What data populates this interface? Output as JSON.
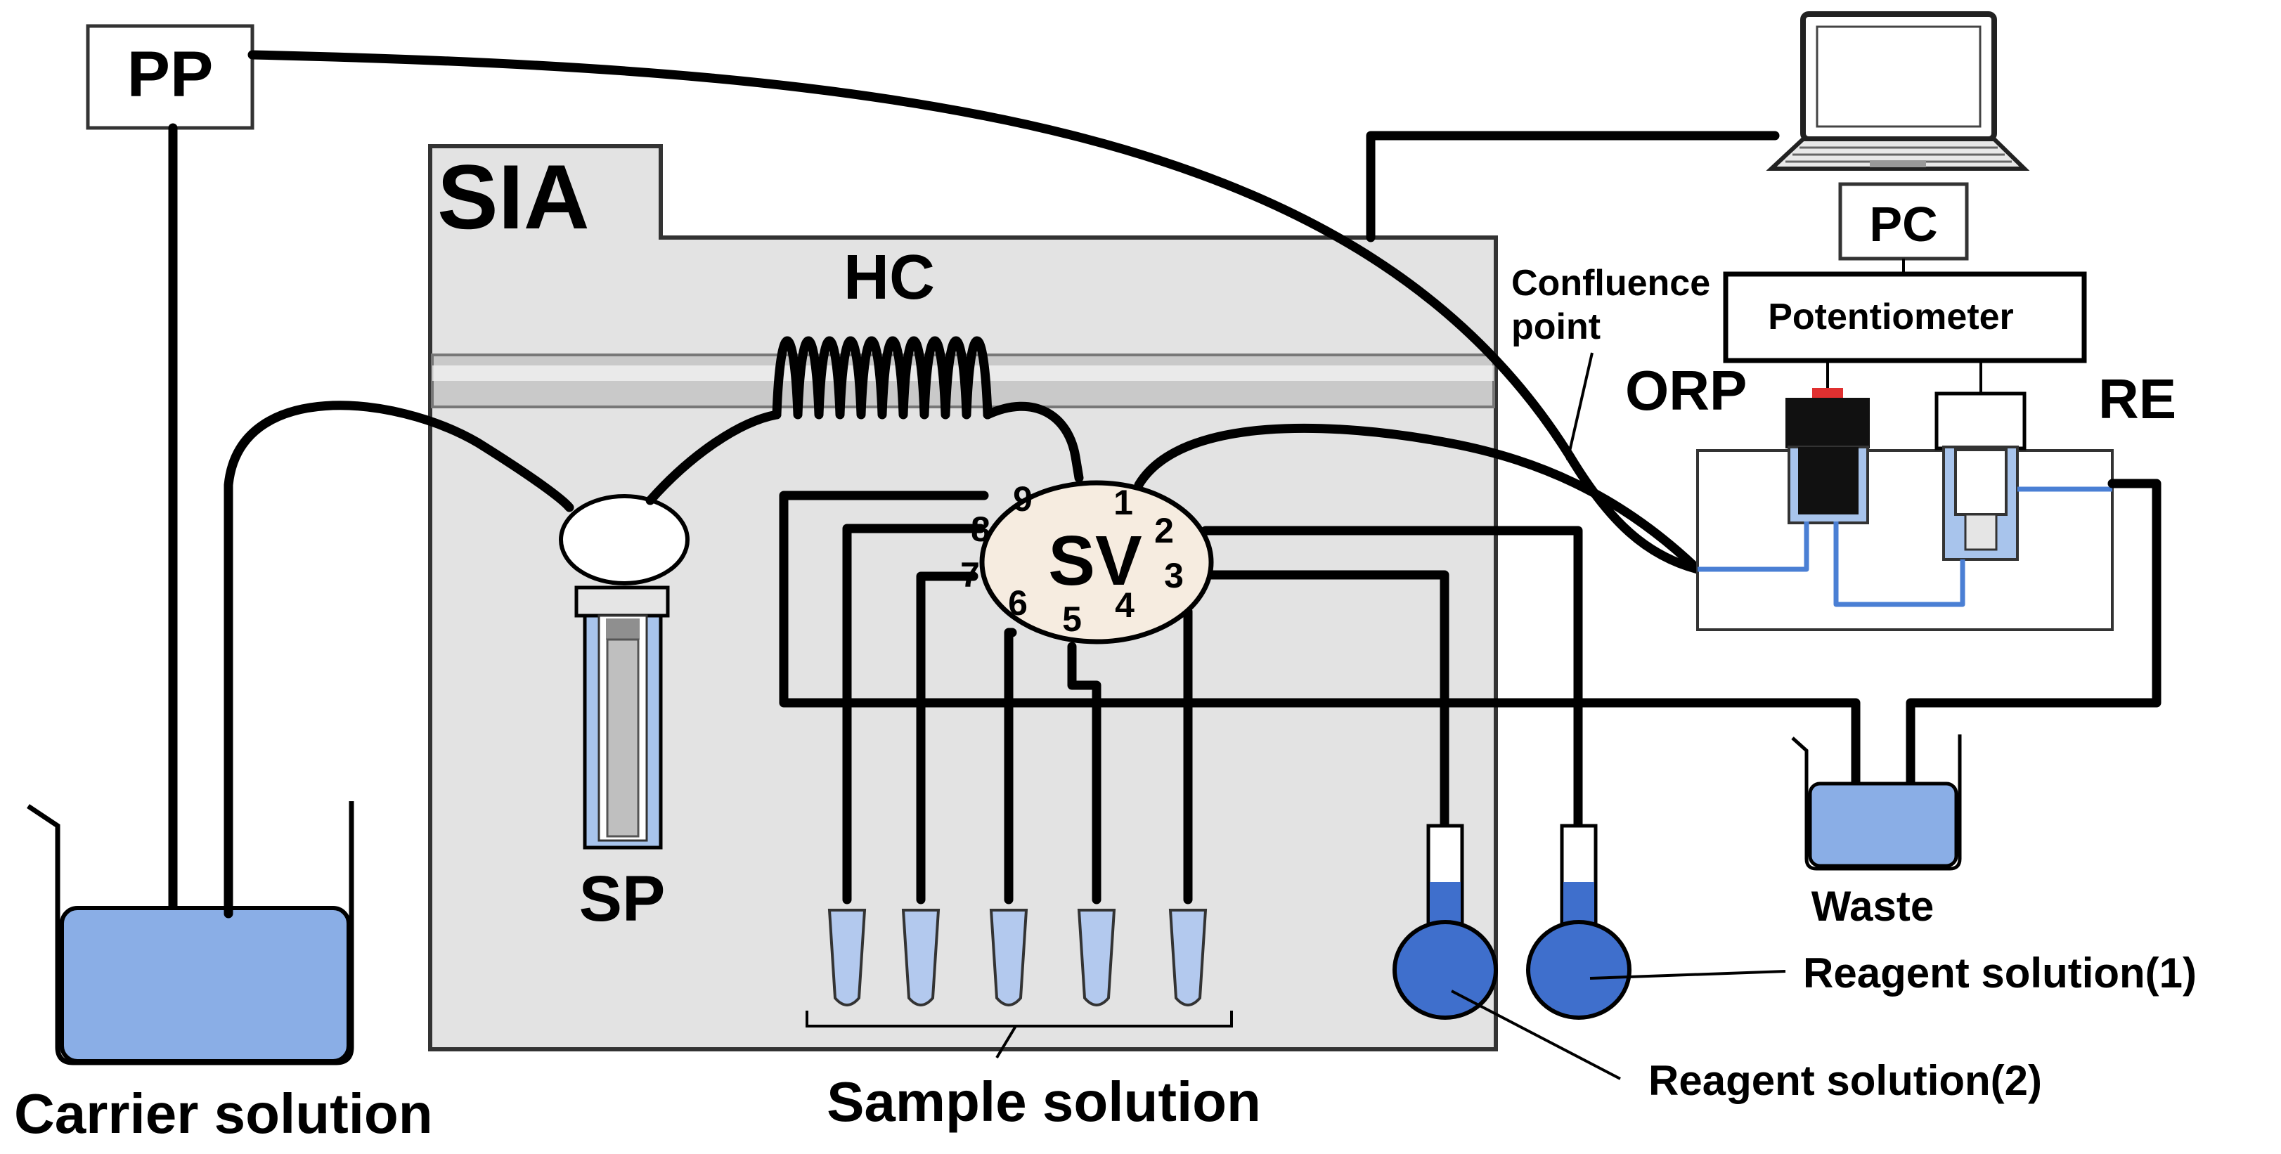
{
  "labels": {
    "pp": "PP",
    "sia": "SIA",
    "hc": "HC",
    "sp": "SP",
    "sv": "SV",
    "pc": "PC",
    "potentiometer": "Potentiometer",
    "orp": "ORP",
    "re": "RE",
    "confluence_line1": "Confluence",
    "confluence_line2": "point",
    "waste": "Waste",
    "reagent1": "Reagent solution(1)",
    "reagent2": "Reagent solution(2)",
    "carrier": "Carrier solution",
    "sample": "Sample solution"
  },
  "valve_ports": [
    "1",
    "2",
    "3",
    "4",
    "5",
    "6",
    "7",
    "8",
    "9"
  ],
  "colors": {
    "liquid": "#8aaee6",
    "flask_liquid": "#3f6fcc",
    "tube_blue": "#4a7fd4",
    "panel": "#e3e3e3",
    "valve": "#f6ece0",
    "electrode_cap": "#e03030"
  }
}
